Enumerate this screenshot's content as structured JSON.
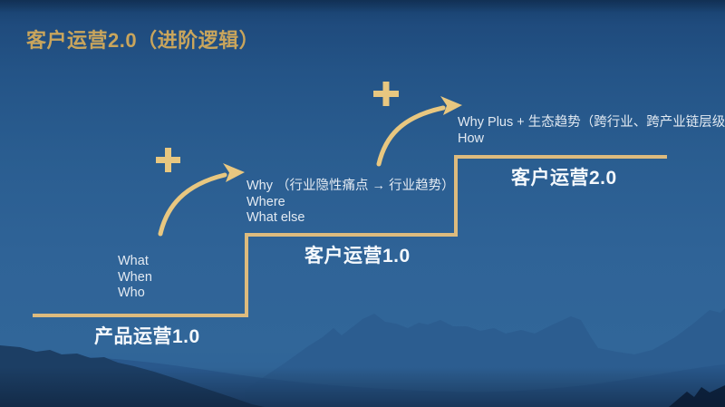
{
  "slide": {
    "title": "客户运营2.0（进阶逻辑）",
    "plus": "+",
    "colors": {
      "sky_blue": "#2a5d90",
      "mountain_dark": "#1c3e64",
      "mountain_far": "#2c5c8e",
      "corner_peak_dark": "#0d2340",
      "accent_gold_line": "#ddbb7e",
      "accent_gold_arrow": "#e8c780",
      "title_gold": "#c9a55c",
      "text_light": "#e3eaf2"
    },
    "steps": [
      {
        "label": "产品运营1.0",
        "details": [
          "What",
          "When",
          "Who"
        ]
      },
      {
        "label": "客户运营1.0",
        "details": [
          "Why （行业隐性痛点 → 行业趋势）",
          "Where",
          "What else"
        ]
      },
      {
        "label": "客户运营2.0",
        "details": [
          "Why Plus + 生态趋势（跨行业、跨产业链层级）",
          "How"
        ]
      }
    ]
  }
}
